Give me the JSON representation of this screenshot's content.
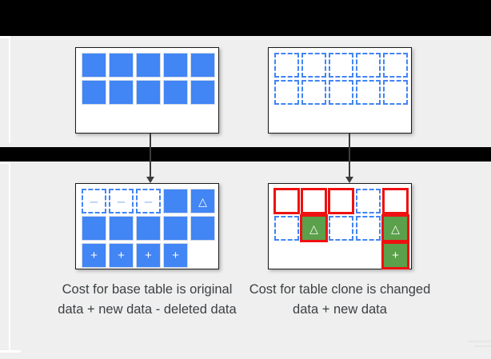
{
  "diagram": {
    "title_semantic": "base-table-vs-table-clone-storage-cost",
    "colors": {
      "data_block": "#4285f4",
      "changed_block": "#5ba04a",
      "changed_highlight": "#ee1111",
      "pointer_outline": "#4285f4",
      "slide_background": "#efefef",
      "table_border": "#1a1a1a",
      "caption_text": "#3c4043",
      "band": "#000000"
    },
    "glyphs": {
      "new": "+",
      "deleted": "–",
      "changed": "△"
    },
    "tables": {
      "base_before": {
        "label": "base-table-before",
        "rows": [
          [
            "filled",
            "filled",
            "filled",
            "filled",
            "filled"
          ],
          [
            "filled",
            "filled",
            "filled",
            "filled",
            "filled"
          ]
        ],
        "marks": [
          [
            "",
            "",
            "",
            "",
            ""
          ],
          [
            "",
            "",
            "",
            "",
            ""
          ]
        ],
        "highlights": [
          [
            false,
            false,
            false,
            false,
            false
          ],
          [
            false,
            false,
            false,
            false,
            false
          ]
        ]
      },
      "clone_before": {
        "label": "table-clone-before",
        "rows": [
          [
            "dashed",
            "dashed",
            "dashed",
            "dashed",
            "dashed"
          ],
          [
            "dashed",
            "dashed",
            "dashed",
            "dashed",
            "dashed"
          ]
        ],
        "marks": [
          [
            "",
            "",
            "",
            "",
            ""
          ],
          [
            "",
            "",
            "",
            "",
            ""
          ]
        ],
        "highlights": [
          [
            false,
            false,
            false,
            false,
            false
          ],
          [
            false,
            false,
            false,
            false,
            false
          ]
        ]
      },
      "base_after": {
        "label": "base-table-after",
        "rows": [
          [
            "dashed",
            "dashed",
            "dashed",
            "filled",
            "filled"
          ],
          [
            "filled",
            "filled",
            "filled",
            "filled",
            "filled"
          ],
          [
            "filled",
            "filled",
            "filled",
            "filled",
            "empty"
          ]
        ],
        "marks": [
          [
            "–",
            "–",
            "–",
            "",
            "△"
          ],
          [
            "",
            "",
            "",
            "",
            ""
          ],
          [
            "+",
            "+",
            "+",
            "+",
            ""
          ]
        ],
        "highlights": [
          [
            false,
            false,
            false,
            false,
            false
          ],
          [
            false,
            false,
            false,
            false,
            false
          ],
          [
            false,
            false,
            false,
            false,
            false
          ]
        ]
      },
      "clone_after": {
        "label": "table-clone-after",
        "rows": [
          [
            "dashed",
            "dashed",
            "dashed",
            "dashed",
            "dashed"
          ],
          [
            "dashed",
            "green",
            "dashed",
            "dashed",
            "green"
          ],
          [
            "empty",
            "empty",
            "empty",
            "empty",
            "green"
          ]
        ],
        "marks": [
          [
            "",
            "",
            "",
            "",
            ""
          ],
          [
            "",
            "△",
            "",
            "",
            "△"
          ],
          [
            "",
            "",
            "",
            "",
            "+"
          ]
        ],
        "highlights": [
          [
            true,
            true,
            true,
            false,
            true
          ],
          [
            false,
            true,
            false,
            false,
            true
          ],
          [
            false,
            false,
            false,
            false,
            true
          ]
        ]
      }
    },
    "arrows": [
      {
        "name": "arrow-base-table",
        "direction": "down"
      },
      {
        "name": "arrow-table-clone",
        "direction": "down"
      }
    ],
    "captions": {
      "base": "Cost for base table is original data + new data - deleted data",
      "clone": "Cost for table clone is changed data + new data"
    }
  }
}
